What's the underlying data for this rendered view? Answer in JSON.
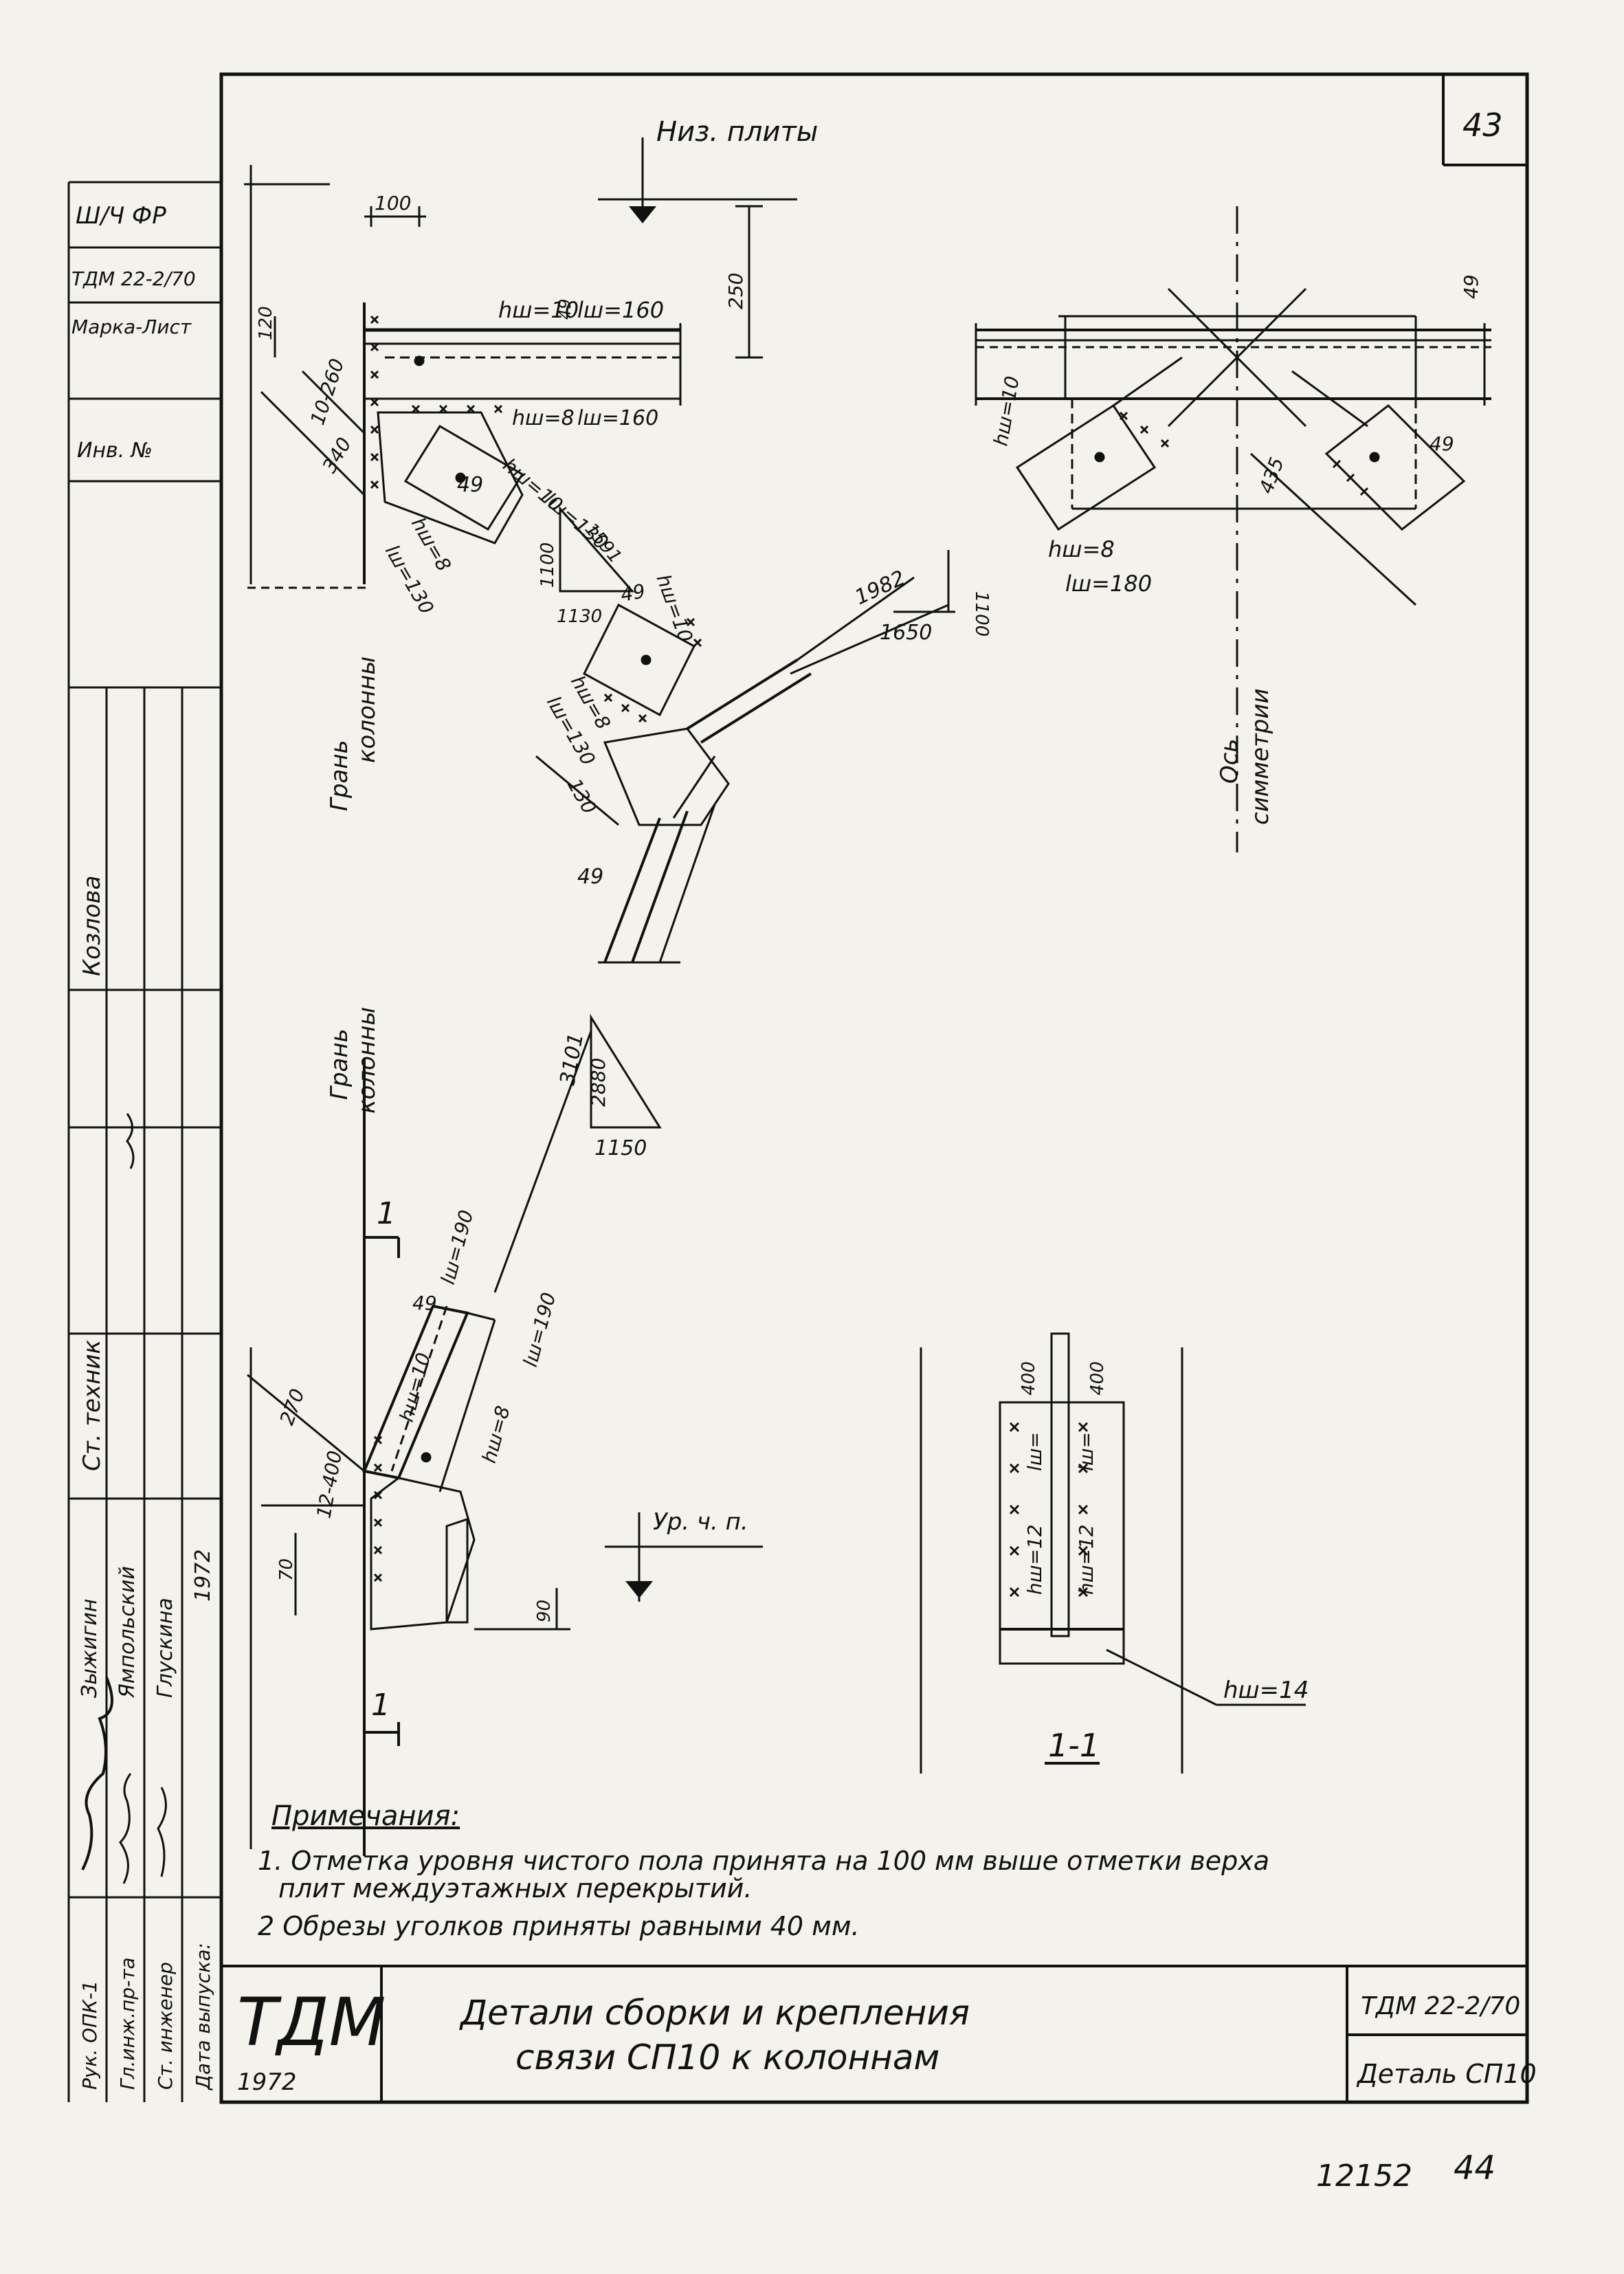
{
  "sheet_number": "43",
  "page_marks": {
    "left": "12152",
    "right": "44"
  },
  "side_stamp": {
    "header": [
      "Ш/Ч ФР",
      "ТДМ 22-2/70",
      "Марка-Лист",
      "Инв. №"
    ],
    "rows": [
      {
        "role": "Рук. ОПК-1",
        "name": "Зыжигин",
        "sign": ""
      },
      {
        "role": "Гл.инж.пр-та",
        "name": "Ямпольский",
        "sign": ""
      },
      {
        "role": "Ст. инженер",
        "name": "Глускина",
        "sign": ""
      },
      {
        "role": "Дата выпуска:",
        "name": "1972",
        "sign": ""
      }
    ],
    "top_names": {
      "technician_role": "Ст. техник",
      "technician": "Козлова"
    }
  },
  "drawing": {
    "top_left": {
      "labels": {
        "slab_bottom": "Низ. плиты",
        "column_face": [
          "Грань",
          "колонны"
        ],
        "d100": "100",
        "d250": "250",
        "d120": "120",
        "d10_260": "10-260",
        "d340": "340",
        "weld_1": "hш=10",
        "weld_1b": "lш=160",
        "weld_2": "hш=8",
        "weld_2b": "lш=160",
        "weld_3": "hш=10",
        "weld_3b": "lш=130",
        "weld_4": "hш=8",
        "weld_4b": "lш=130",
        "weld_5": "hш=10",
        "weld_6": "hш=8",
        "weld_6b": "lш=130",
        "d49a": "49",
        "d49b": "49",
        "d49c": "49",
        "d49d": "49",
        "d1100": "1100",
        "d1130": "1130",
        "d1591": "1591",
        "d1982": "1982",
        "d1650": "1650",
        "d1100b": "1100",
        "d130": "130"
      }
    },
    "top_right": {
      "labels": {
        "axis": [
          "Ось",
          "симметрии"
        ],
        "d49": "49",
        "d49b": "49",
        "d435": "435",
        "weld_a": "hш=10",
        "weld_b": "hш=8",
        "weld_c": "lш=180"
      }
    },
    "bottom_left": {
      "labels": {
        "column_face": [
          "Грань",
          "колонны"
        ],
        "d3101": "3101",
        "d2880": "2880",
        "d1150": "1150",
        "section_mark": "1",
        "section_mark_b": "1",
        "d49": "49",
        "weld_a": "lш=190",
        "weld_b": "lш=190",
        "weld_c": "hш=10",
        "weld_d": "hш=8",
        "d270": "270",
        "d12_400": "12-400",
        "d70": "70",
        "d90": "90",
        "floor_level": "Ур. ч. п."
      }
    },
    "section": {
      "title": "1-1",
      "labels": {
        "d400a": "400",
        "d400b": "400",
        "weld_a": "hш=12",
        "weld_b": "hш=12",
        "weld_c": "lш=",
        "weld_d": "lш=",
        "weld_e": "hш=14"
      }
    }
  },
  "notes": {
    "heading": "Примечания:",
    "items": [
      "1. Отметка уровня чистого пола принята на 100 мм выше отметки верха",
      "плит междуэтажных перекрытий.",
      "2 Обрезы уголков приняты равными 40 мм."
    ]
  },
  "title_block": {
    "logo": "ТДМ",
    "year": "1972",
    "title_line1": "Детали  сборки  и  крепления",
    "title_line2": "связи  СП10  к  колоннам",
    "doc_code": "ТДМ 22-2/70",
    "detail": "Деталь СП10"
  }
}
